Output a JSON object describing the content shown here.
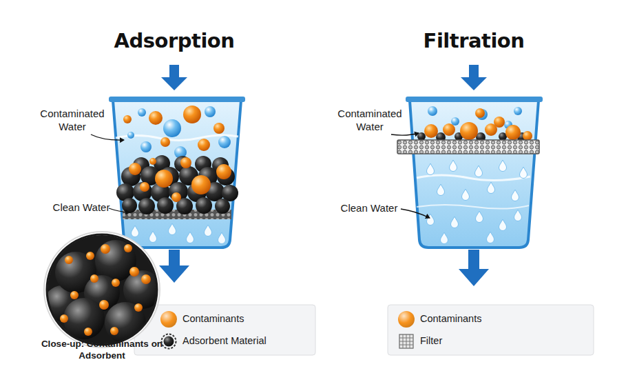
{
  "diagram": {
    "nodes": [
      {
        "text": [
          "Adsorption"
        ]
      },
      {
        "text": [
          "Filtration"
        ]
      },
      {
        "text": [
          "Close-up: Contaminants on Adsorbent"
        ]
      }
    ],
    "labels": [
      "Contaminated Water",
      "Clean Water",
      "Contaminated Water",
      "Clean Water"
    ],
    "legend": [
      {
        "text": "Contaminants",
        "color": "#f7931e"
      },
      {
        "text": "Adsorbent Material"
      },
      {
        "text": "Contaminants",
        "color": "#f7931e"
      },
      {
        "text": "Filter"
      }
    ]
  }
}
